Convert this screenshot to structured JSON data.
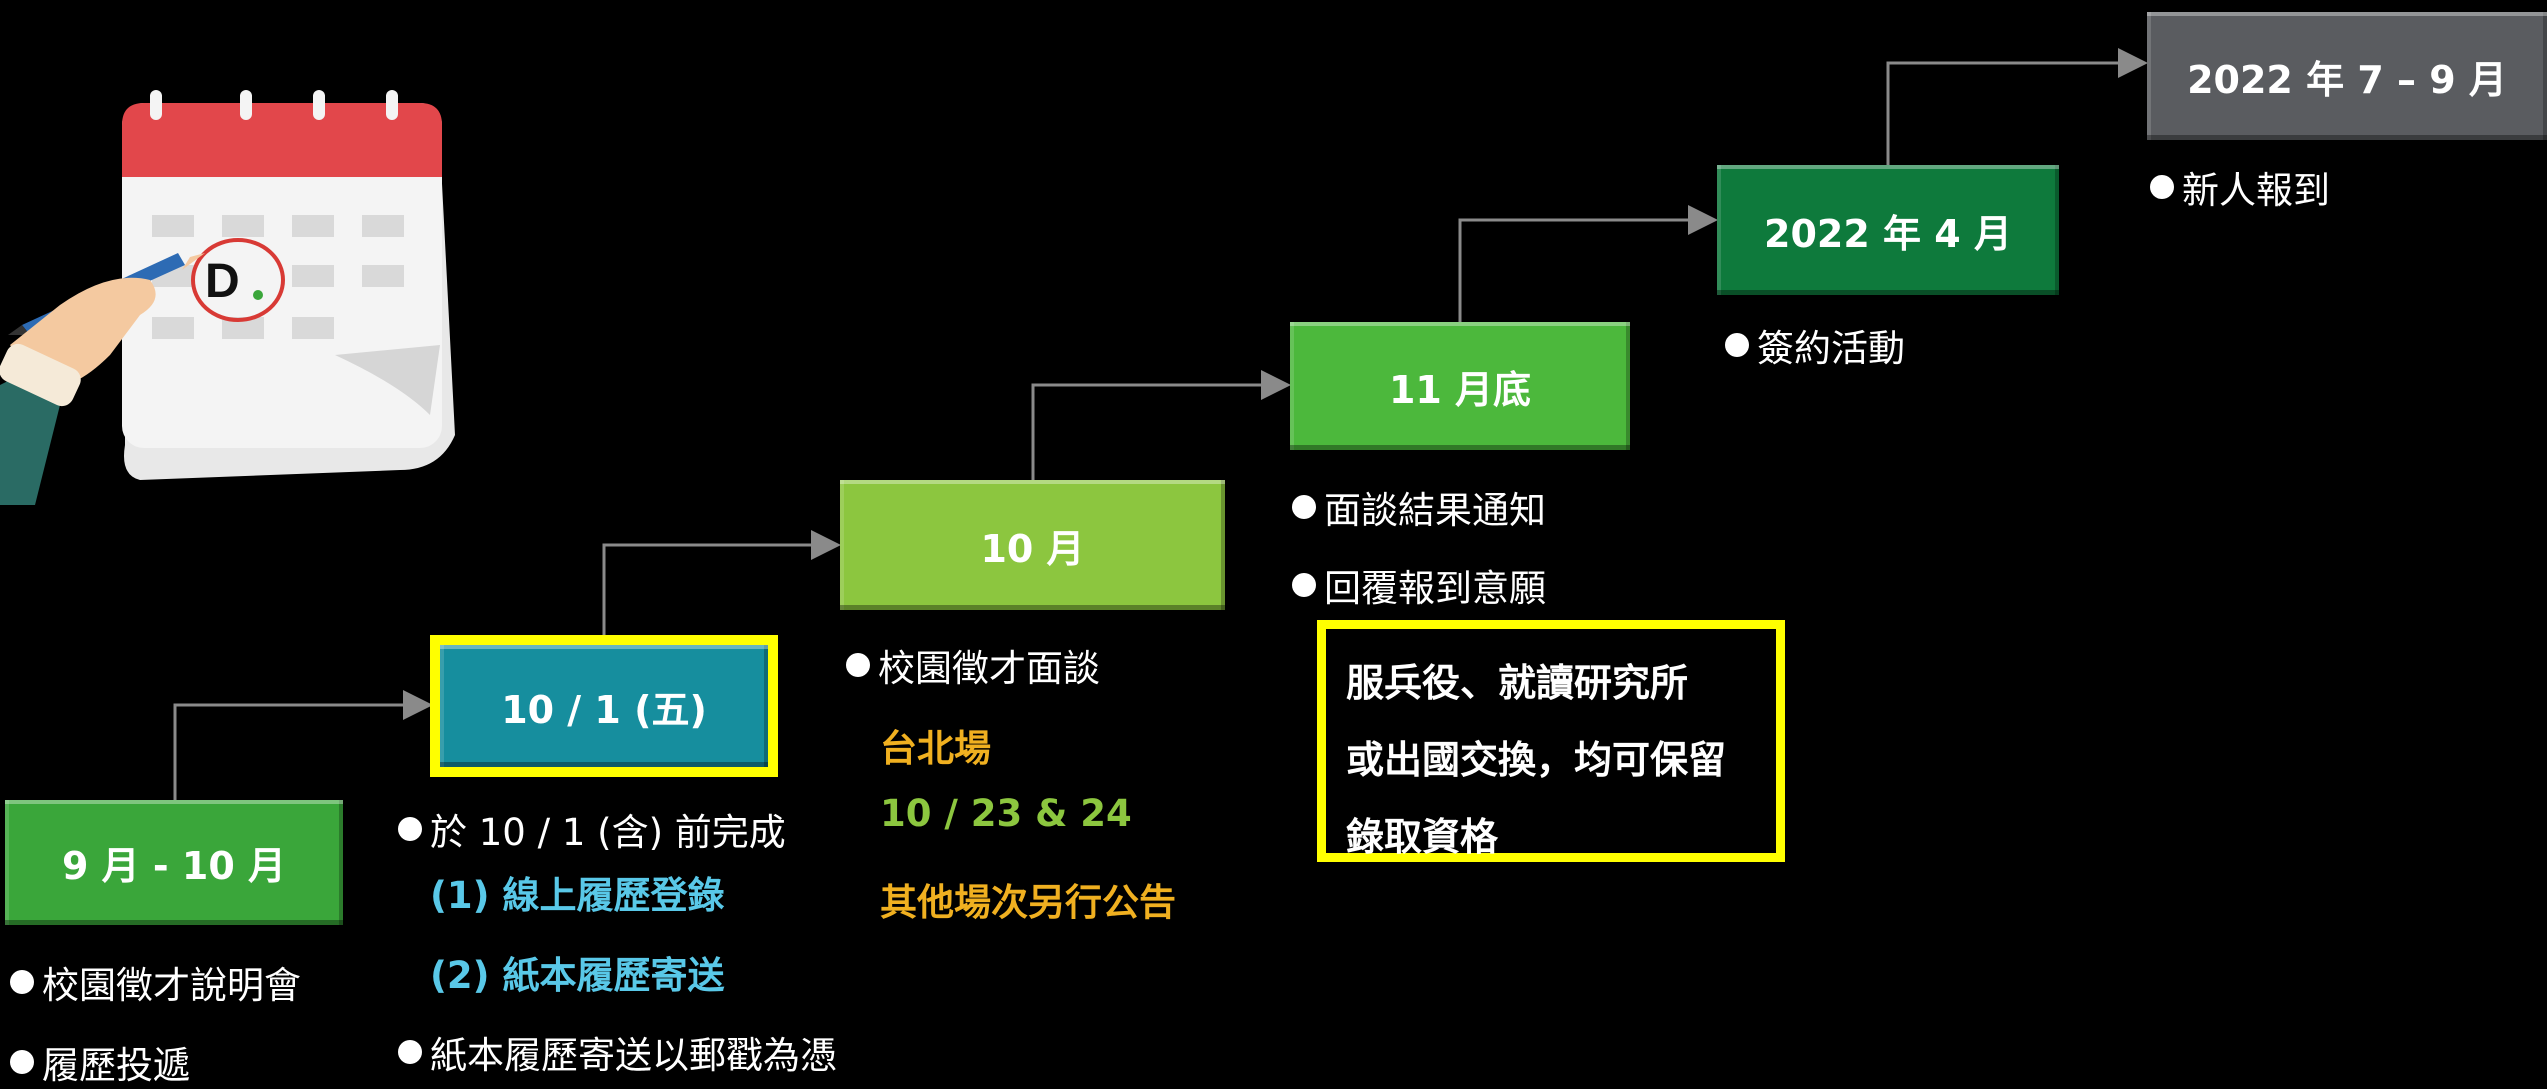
{
  "stages": [
    {
      "label": "9 月 - 10 月",
      "color": "#3aa63a"
    },
    {
      "label": "10 / 1 (五)",
      "color": "#168e9e"
    },
    {
      "label": "10 月",
      "color": "#8cc63f"
    },
    {
      "label": "11 月底",
      "color": "#4cb83c"
    },
    {
      "label": "2022 年 4 月",
      "color": "#0e7a3c"
    },
    {
      "label": "2022 年 7 – 9 月",
      "color": "#5a5c60"
    }
  ],
  "stage1": {
    "items": [
      "校園徵才說明會",
      "履歷投遞"
    ]
  },
  "stage2": {
    "item1": "於 10 / 1 (含) 前完成",
    "sub1": "(1) 線上履歷登錄",
    "sub2": "(2) 紙本履歷寄送",
    "item2": "紙本履歷寄送以郵戳為憑"
  },
  "stage3": {
    "item1": "校園徵才面談",
    "taipei": "台北場",
    "dates": "10 / 23 & 24",
    "other": "其他場次另行公告"
  },
  "stage4": {
    "item1": "面談結果通知",
    "item2": "回覆報到意願",
    "note_lines": [
      "服兵役、就讀研究所",
      "或出國交換，均可保留",
      "錄取資格"
    ]
  },
  "stage5": {
    "item1": "簽約活動"
  },
  "stage6": {
    "item1": "新人報到"
  },
  "calendar_letter": "D",
  "colors": {
    "highlight_border": "#ffff00",
    "sub_text_blue": "#59c8e8",
    "sub_text_gold": "#f0b020",
    "sub_text_lime": "#8cc63f"
  }
}
